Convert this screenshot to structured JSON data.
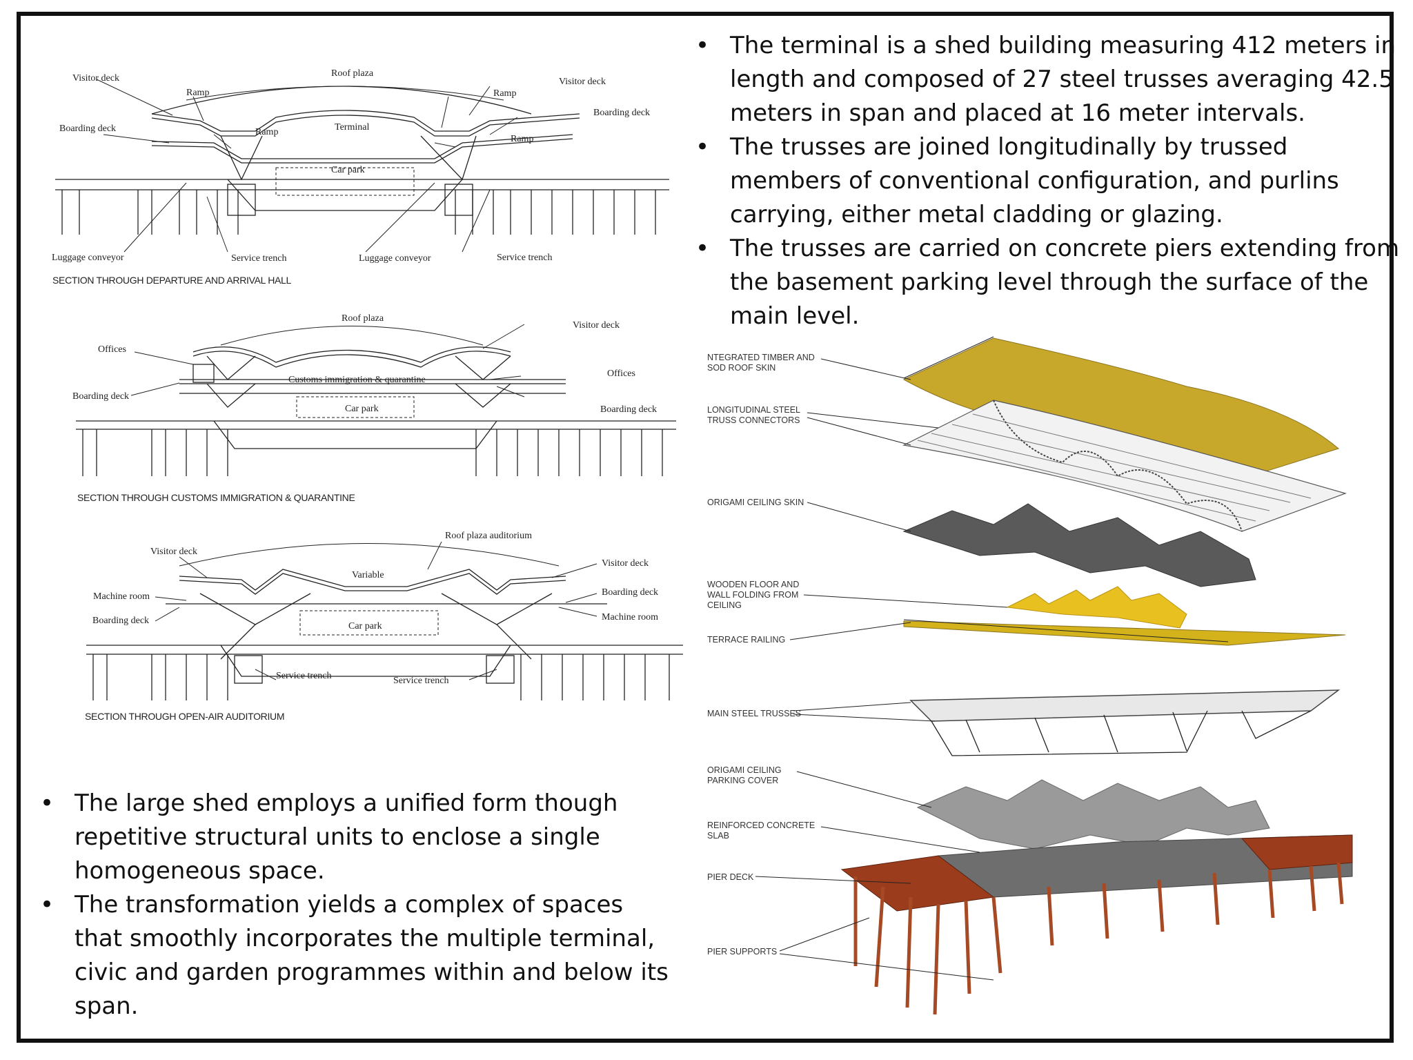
{
  "top_bullets": [
    "The terminal is a shed building measuring 412 meters in length and composed of 27 steel trusses averaging 42.5 meters in span and placed at 16 meter intervals.",
    "The trusses are joined longitudinally by trussed members of conventional configuration, and purlins carrying, either metal cladding or glazing.",
    "The trusses are carried on concrete piers extending from the basement parking level through the surface of the main level."
  ],
  "bottom_bullets": [
    "The large shed employs a unified form though repetitive structural units to enclose a single homogeneous space.",
    "The transformation yields a complex of spaces that smoothly incorporates the multiple terminal, civic and garden programmes within and below its span."
  ],
  "section1": {
    "caption": "SECTION THROUGH DEPARTURE AND ARRIVAL HALL",
    "labels": {
      "visitor_deck_left": "Visitor deck",
      "ramp_left": "Ramp",
      "roof_plaza": "Roof plaza",
      "ramp_right": "Ramp",
      "visitor_deck_right": "Visitor deck",
      "boarding_deck_left": "Boarding deck",
      "ramp_center": "Ramp",
      "terminal": "Terminal",
      "boarding_deck_right": "Boarding deck",
      "ramp_right_low": "Ramp",
      "car_park": "Car park",
      "luggage_conveyor_left": "Luggage conveyor",
      "service_trench_left": "Service trench",
      "luggage_conveyor_right": "Luggage conveyor",
      "service_trench_right": "Service trench"
    }
  },
  "section2": {
    "caption": "SECTION THROUGH CUSTOMS IMMIGRATION & QUARANTINE",
    "labels": {
      "roof_plaza": "Roof plaza",
      "visitor_deck": "Visitor deck",
      "offices_left": "Offices",
      "offices_right": "Offices",
      "customs": "Customs immigration & quarantine",
      "boarding_deck_left": "Boarding deck",
      "boarding_deck_right": "Boarding deck",
      "car_park": "Car park"
    }
  },
  "section3": {
    "caption": "SECTION THROUGH OPEN-AIR AUDITORIUM",
    "labels": {
      "roof_plaza_auditorium": "Roof plaza auditorium",
      "visitor_deck_left": "Visitor deck",
      "visitor_deck_right": "Visitor deck",
      "variable": "Variable",
      "machine_room_left": "Machine room",
      "boarding_deck_right": "Boarding deck",
      "boarding_deck_left": "Boarding deck",
      "car_park": "Car park",
      "machine_room_right": "Machine room",
      "service_trench_left": "Service trench",
      "service_trench_right": "Service trench"
    }
  },
  "exploded": {
    "roof_skin_1": "NTEGRATED TIMBER AND",
    "roof_skin_2": "SOD ROOF SKIN",
    "connectors_1": "LONGITUDINAL STEEL",
    "connectors_2": "TRUSS CONNECTORS",
    "ceiling_skin": "ORIGAMI CEILING SKIN",
    "floor_1": "WOODEN FLOOR AND",
    "floor_2": "WALL FOLDING FROM",
    "floor_3": "CEILING",
    "railing": "TERRACE RAILING",
    "trusses": "MAIN STEEL TRUSSES",
    "parking_1": "ORIGAMI CEILING",
    "parking_2": "PARKING COVER",
    "slab_1": "REINFORCED CONCRETE",
    "slab_2": "SLAB",
    "pier_deck": "PIER DECK",
    "pier_supports": "PIER SUPPORTS"
  },
  "colors": {
    "roof_skin": "#c8a82a",
    "ceiling_skin": "#5a5a5a",
    "wood_folds": "#e8c020",
    "parking_cover": "#9a9a9a",
    "slab": "#6e6e6e",
    "pier_deck": "#9b3d1c"
  }
}
